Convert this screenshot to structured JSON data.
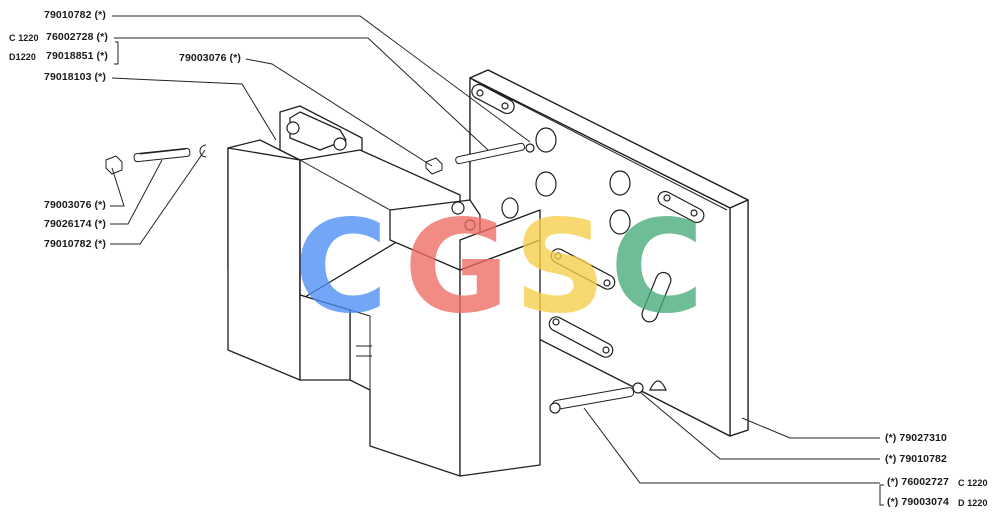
{
  "labels": {
    "tl_1": "79010782 (*)",
    "tl_2_prefix": "C 1220",
    "tl_2": "76002728 (*)",
    "tl_3_prefix": "D1220",
    "tl_3": "79018851 (*)",
    "tl_4": "79018103 (*)",
    "tm_1": "79003076 (*)",
    "ml_1": "79003076 (*)",
    "ml_2": "79026174 (*)",
    "ml_3": "79010782 (*)",
    "br_1": "(*) 79027310",
    "br_2": "(*) 79010782",
    "br_3": "(*) 76002727",
    "br_3_suffix": "C 1220",
    "br_4": "(*) 79003074",
    "br_4_suffix": "D 1220"
  },
  "watermark": {
    "letters": [
      "C",
      "G",
      "S",
      "C"
    ],
    "colors": [
      "#4d8ef5",
      "#ef6b61",
      "#f7cf4a",
      "#46ab7a"
    ]
  }
}
